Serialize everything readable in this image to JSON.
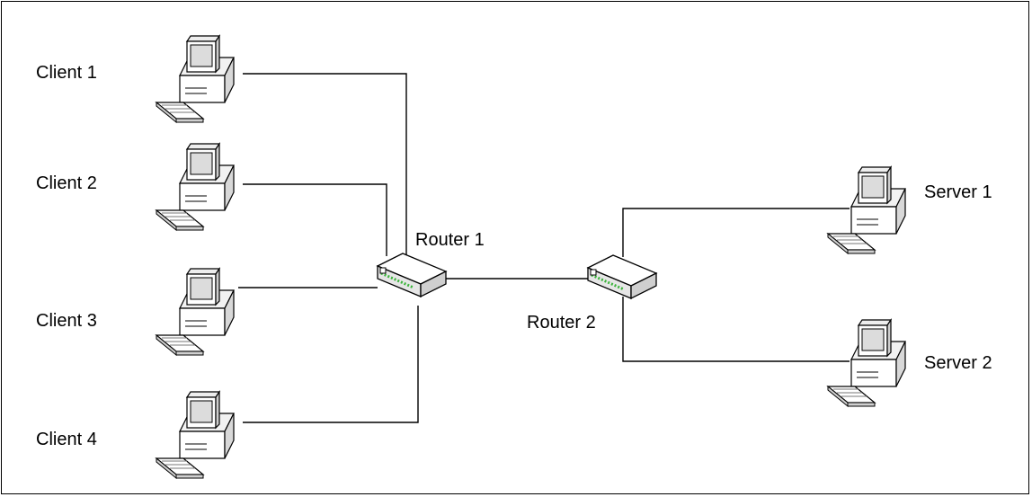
{
  "diagram": {
    "clients": [
      {
        "label": "Client 1"
      },
      {
        "label": "Client 2"
      },
      {
        "label": "Client 3"
      },
      {
        "label": "Client 4"
      }
    ],
    "routers": [
      {
        "label": "Router 1"
      },
      {
        "label": "Router 2"
      }
    ],
    "servers": [
      {
        "label": "Server 1"
      },
      {
        "label": "Server 2"
      }
    ],
    "icons": {
      "computer": "desktop-computer-icon",
      "router": "router-icon"
    },
    "colors": {
      "line": "#000000",
      "screen": "#dcdcdc",
      "router_led": "#3cb43c"
    }
  }
}
